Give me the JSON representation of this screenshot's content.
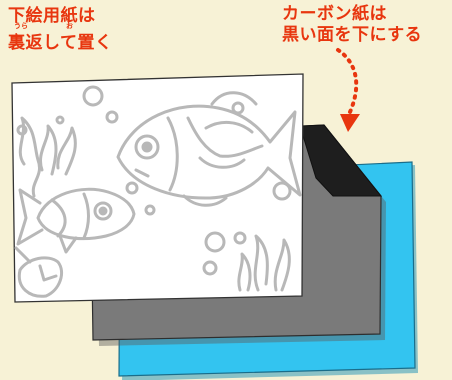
{
  "labels": {
    "drawing_paper": {
      "line1": "下絵用紙は",
      "line2": "裏返して置く",
      "ruby_ura": "うら",
      "ruby_o": "お"
    },
    "carbon_paper": {
      "line1": "カーボン紙は",
      "line2": "黒い面を下にする"
    }
  },
  "colors": {
    "background": "#f7f2d6",
    "label_text": "#e8360f",
    "arrow": "#e8360f",
    "blue_sheet": "#33c4f0",
    "carbon_sheet": "#7a7a7a",
    "carbon_fold": "#222222",
    "drawing_sheet": "#ffffff",
    "drawing_lines": "#b5b5b5",
    "outline": "#333333"
  },
  "icons": {
    "arrow": "dotted-curved-arrow-icon",
    "illustration": "fish-line-drawing"
  }
}
